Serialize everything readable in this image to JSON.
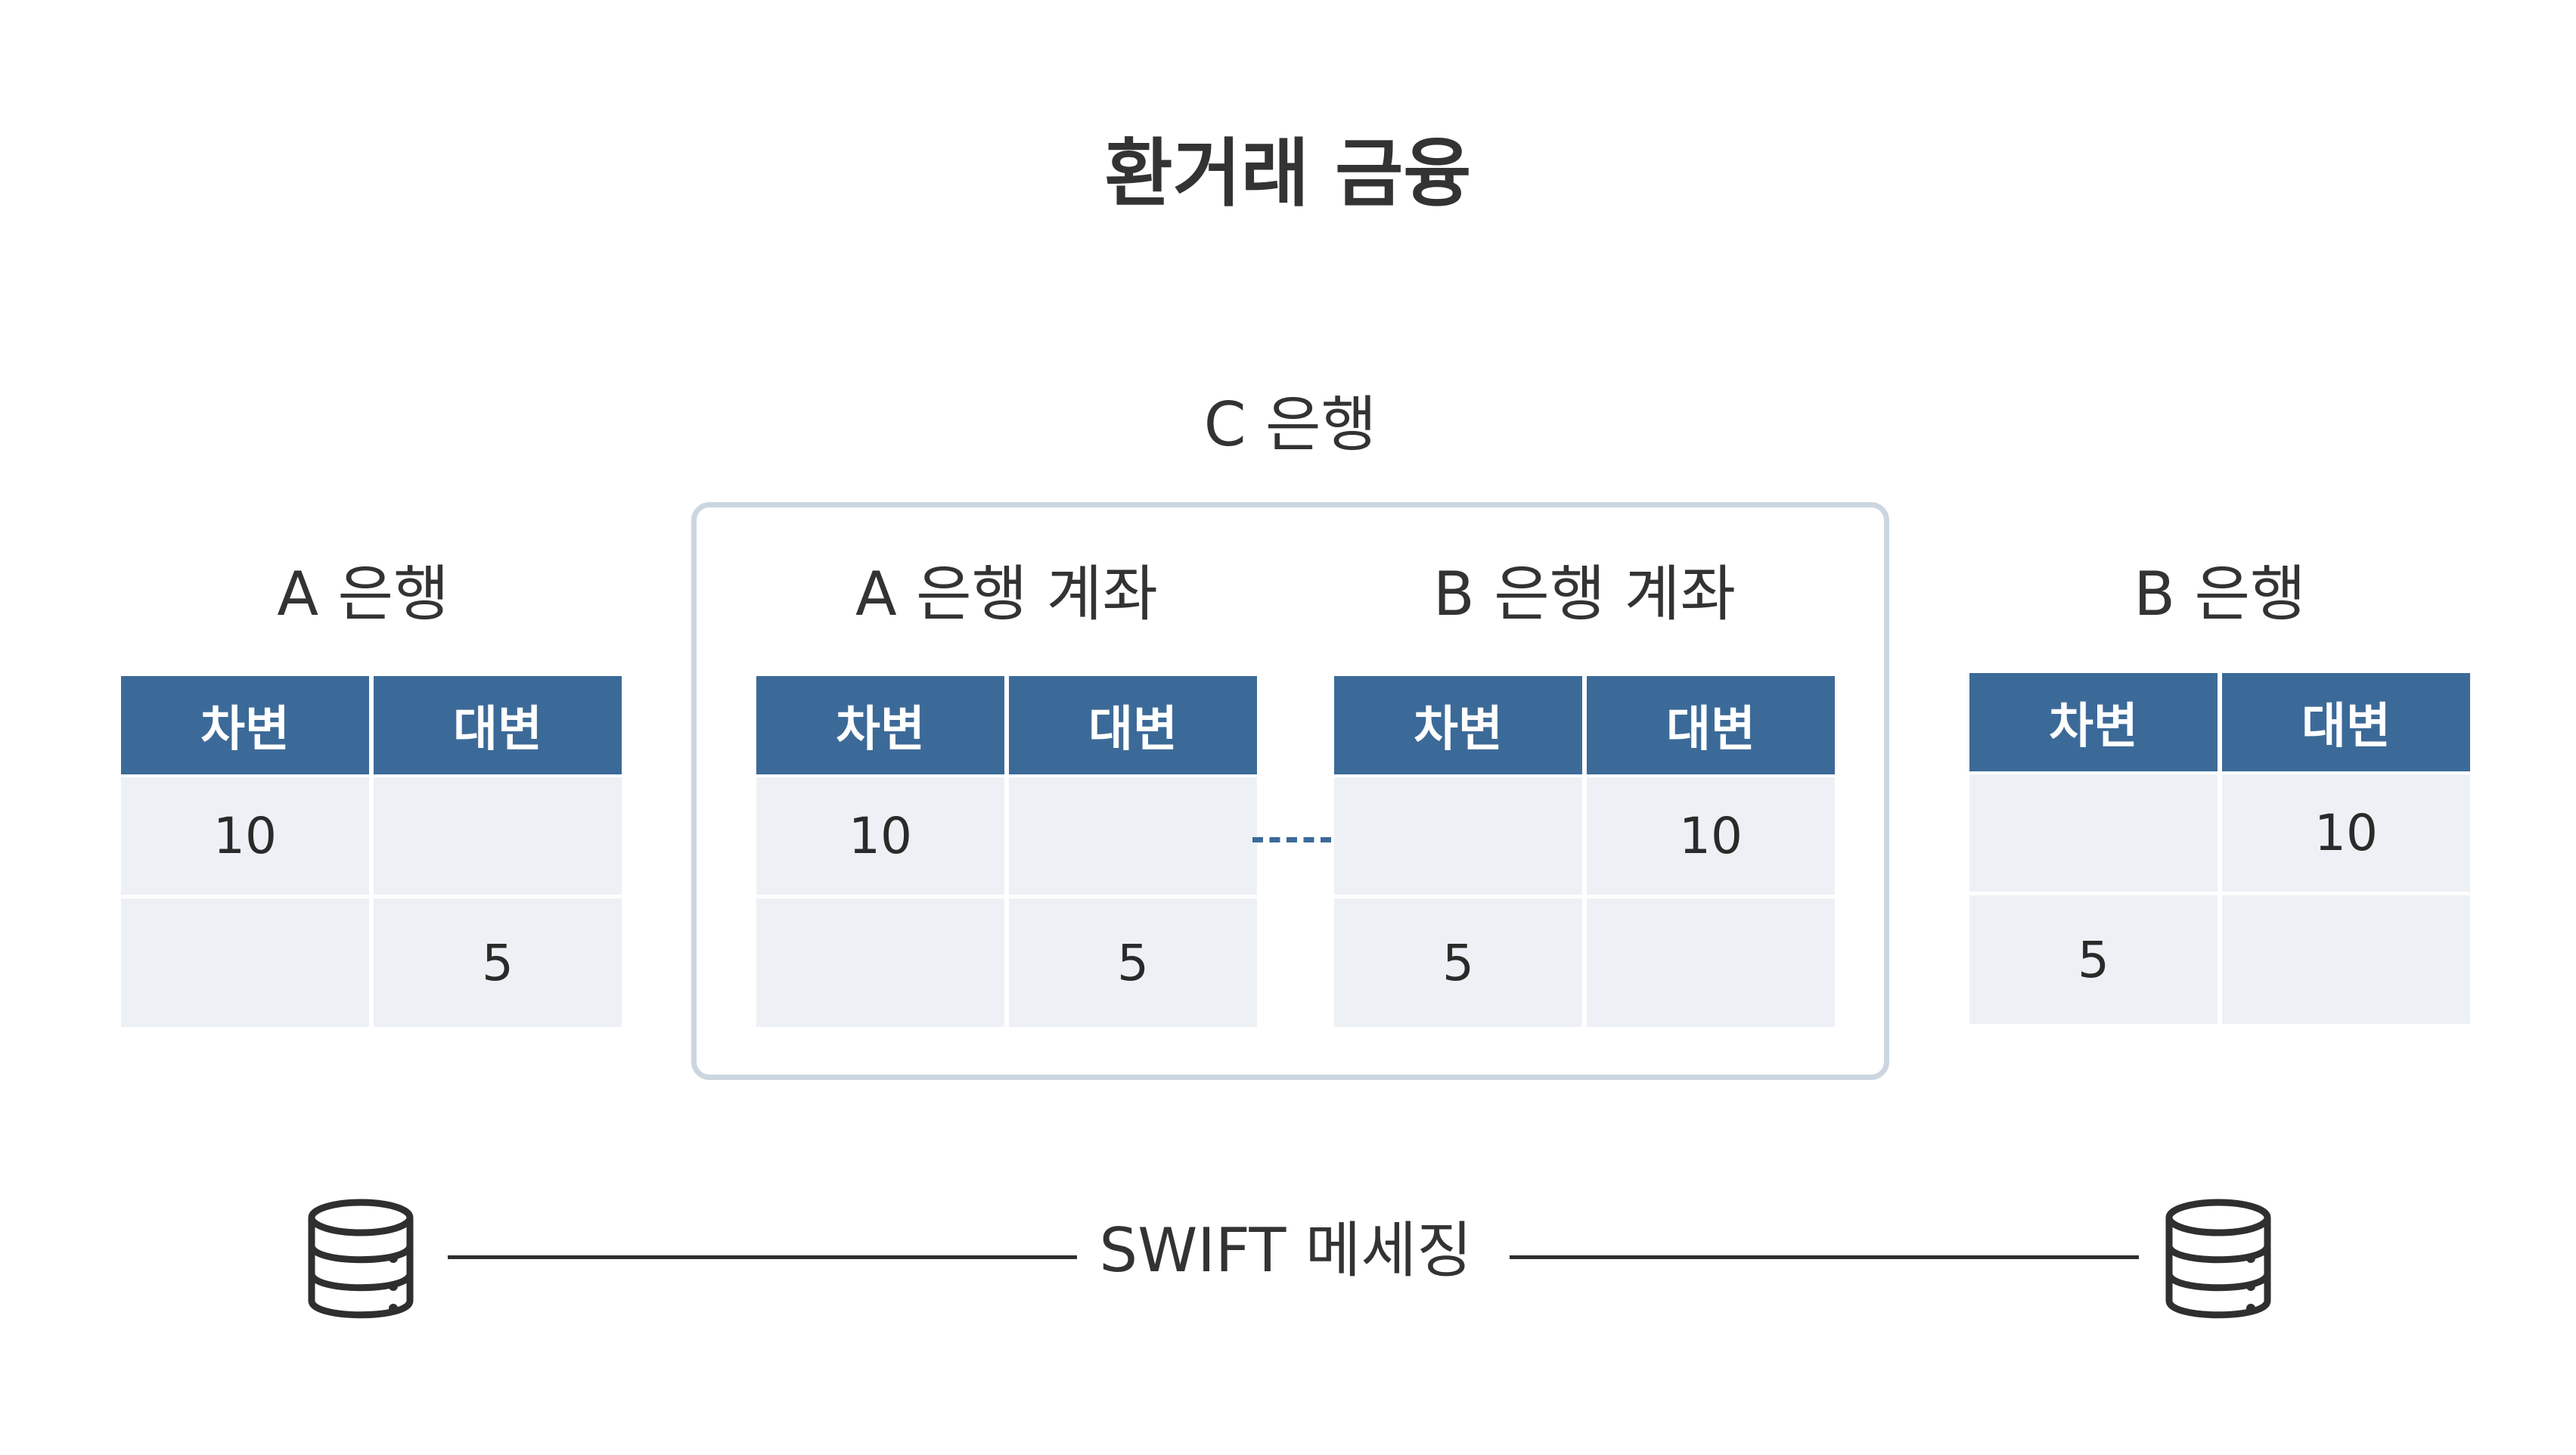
{
  "title": "환거래 금융",
  "c_bank": {
    "label": "C 은행",
    "a_account": {
      "label": "A 은행 계좌",
      "headers": [
        "차변",
        "대변"
      ],
      "rows": [
        [
          "10",
          ""
        ],
        [
          "",
          "5"
        ]
      ]
    },
    "b_account": {
      "label": "B 은행 계좌",
      "headers": [
        "차변",
        "대변"
      ],
      "rows": [
        [
          "",
          "10"
        ],
        [
          "5",
          ""
        ]
      ]
    }
  },
  "a_bank": {
    "label": "A 은행",
    "headers": [
      "차변",
      "대변"
    ],
    "rows": [
      [
        "10",
        ""
      ],
      [
        "",
        "5"
      ]
    ]
  },
  "b_bank": {
    "label": "B 은행",
    "headers": [
      "차변",
      "대변"
    ],
    "rows": [
      [
        "",
        "10"
      ],
      [
        "5",
        ""
      ]
    ]
  },
  "swift": {
    "label": "SWIFT 메세징",
    "left_icon": "database-icon",
    "right_icon": "database-icon"
  },
  "colors": {
    "header": "#3c6a98",
    "cell": "#edf1f5",
    "frame": "#cbd6e0",
    "text": "#333333"
  }
}
